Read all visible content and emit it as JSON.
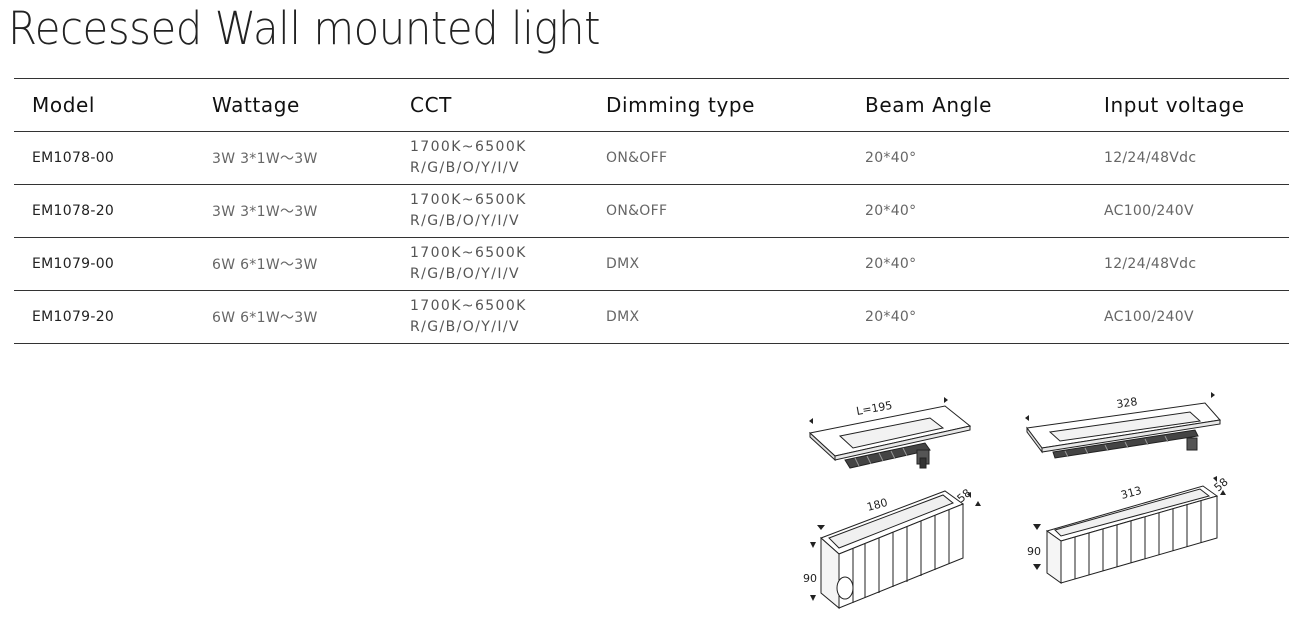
{
  "title": "Recessed Wall mounted light",
  "table": {
    "headers": [
      "Model",
      "Wattage",
      "CCT",
      "Dimming type",
      "Beam Angle",
      "Input voltage"
    ],
    "rows": [
      {
        "model": "EM1078-00",
        "wattage": "3W 3*1W～3W",
        "cct_line1": "1700K~6500K",
        "cct_line2": "R/G/B/O/Y/I/V",
        "dimming": "ON&OFF",
        "beam": "20*40°",
        "voltage": "12/24/48Vdc"
      },
      {
        "model": "EM1078-20",
        "wattage": "3W 3*1W～3W",
        "cct_line1": "1700K~6500K",
        "cct_line2": "R/G/B/O/Y/I/V",
        "dimming": "ON&OFF",
        "beam": "20*40°",
        "voltage": "AC100/240V"
      },
      {
        "model": "EM1079-00",
        "wattage": "6W 6*1W～3W",
        "cct_line1": "1700K~6500K",
        "cct_line2": "R/G/B/O/Y/I/V",
        "dimming": "DMX",
        "beam": "20*40°",
        "voltage": "12/24/48Vdc"
      },
      {
        "model": "EM1079-20",
        "wattage": "6W 6*1W～3W",
        "cct_line1": "1700K~6500K",
        "cct_line2": "R/G/B/O/Y/I/V",
        "dimming": "DMX",
        "beam": "20*40°",
        "voltage": "AC100/240V"
      }
    ]
  },
  "drawings": {
    "small_light_length": "L=195",
    "small_box_length": "180",
    "small_box_width": "58",
    "small_box_height": "90",
    "large_light_length": "328",
    "large_box_length": "313",
    "large_box_width": "58",
    "large_box_height": "90"
  }
}
